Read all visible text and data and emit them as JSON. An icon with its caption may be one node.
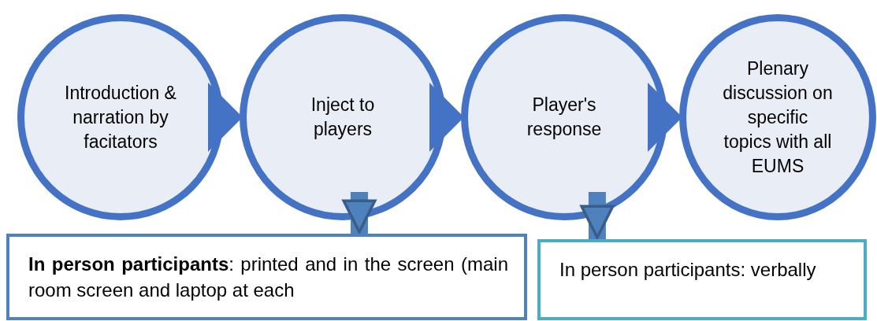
{
  "diagram": {
    "nodes": [
      {
        "text": [
          "Introduction & narration by facitators"
        ]
      },
      {
        "text": [
          "Inject to players"
        ]
      },
      {
        "text": [
          "Player's response"
        ]
      },
      {
        "text": [
          "Plenary discussion on specific topics with all EUMS"
        ]
      },
      {
        "text": [
          "**In person participants**: printed and in the screen (main room screen and laptop at each"
        ]
      },
      {
        "text": [
          "In person participants: verbally"
        ]
      }
    ],
    "edges": [
      {
        "from": 0,
        "to": 1,
        "arrow": "to"
      },
      {
        "from": 1,
        "to": 2,
        "arrow": "to"
      },
      {
        "from": 2,
        "to": 3,
        "arrow": "to"
      },
      {
        "from": 1,
        "to": 4,
        "arrow": "to",
        "style": "thick"
      },
      {
        "from": 2,
        "to": 5,
        "arrow": "to",
        "style": "thick"
      }
    ]
  }
}
